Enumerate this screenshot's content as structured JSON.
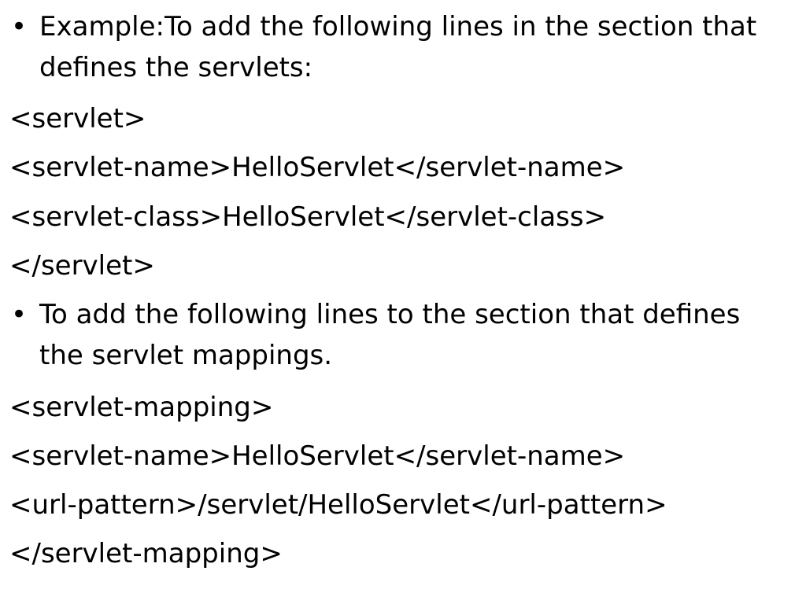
{
  "slide": {
    "bullet_char": "•",
    "bullets": [
      {
        "text": "Example:To add the following lines in the section that defines the servlets:"
      },
      {
        "text": "To add the following lines to the section that defines the servlet mappings."
      }
    ],
    "servlet_block": [
      "<servlet>",
      "<servlet-name>HelloServlet</servlet-name>",
      "<servlet-class>HelloServlet</servlet-class>",
      "</servlet>"
    ],
    "mapping_block": [
      "<servlet-mapping>",
      "<servlet-name>HelloServlet</servlet-name>",
      "<url-pattern>/servlet/HelloServlet</url-pattern>",
      "</servlet-mapping>"
    ]
  }
}
